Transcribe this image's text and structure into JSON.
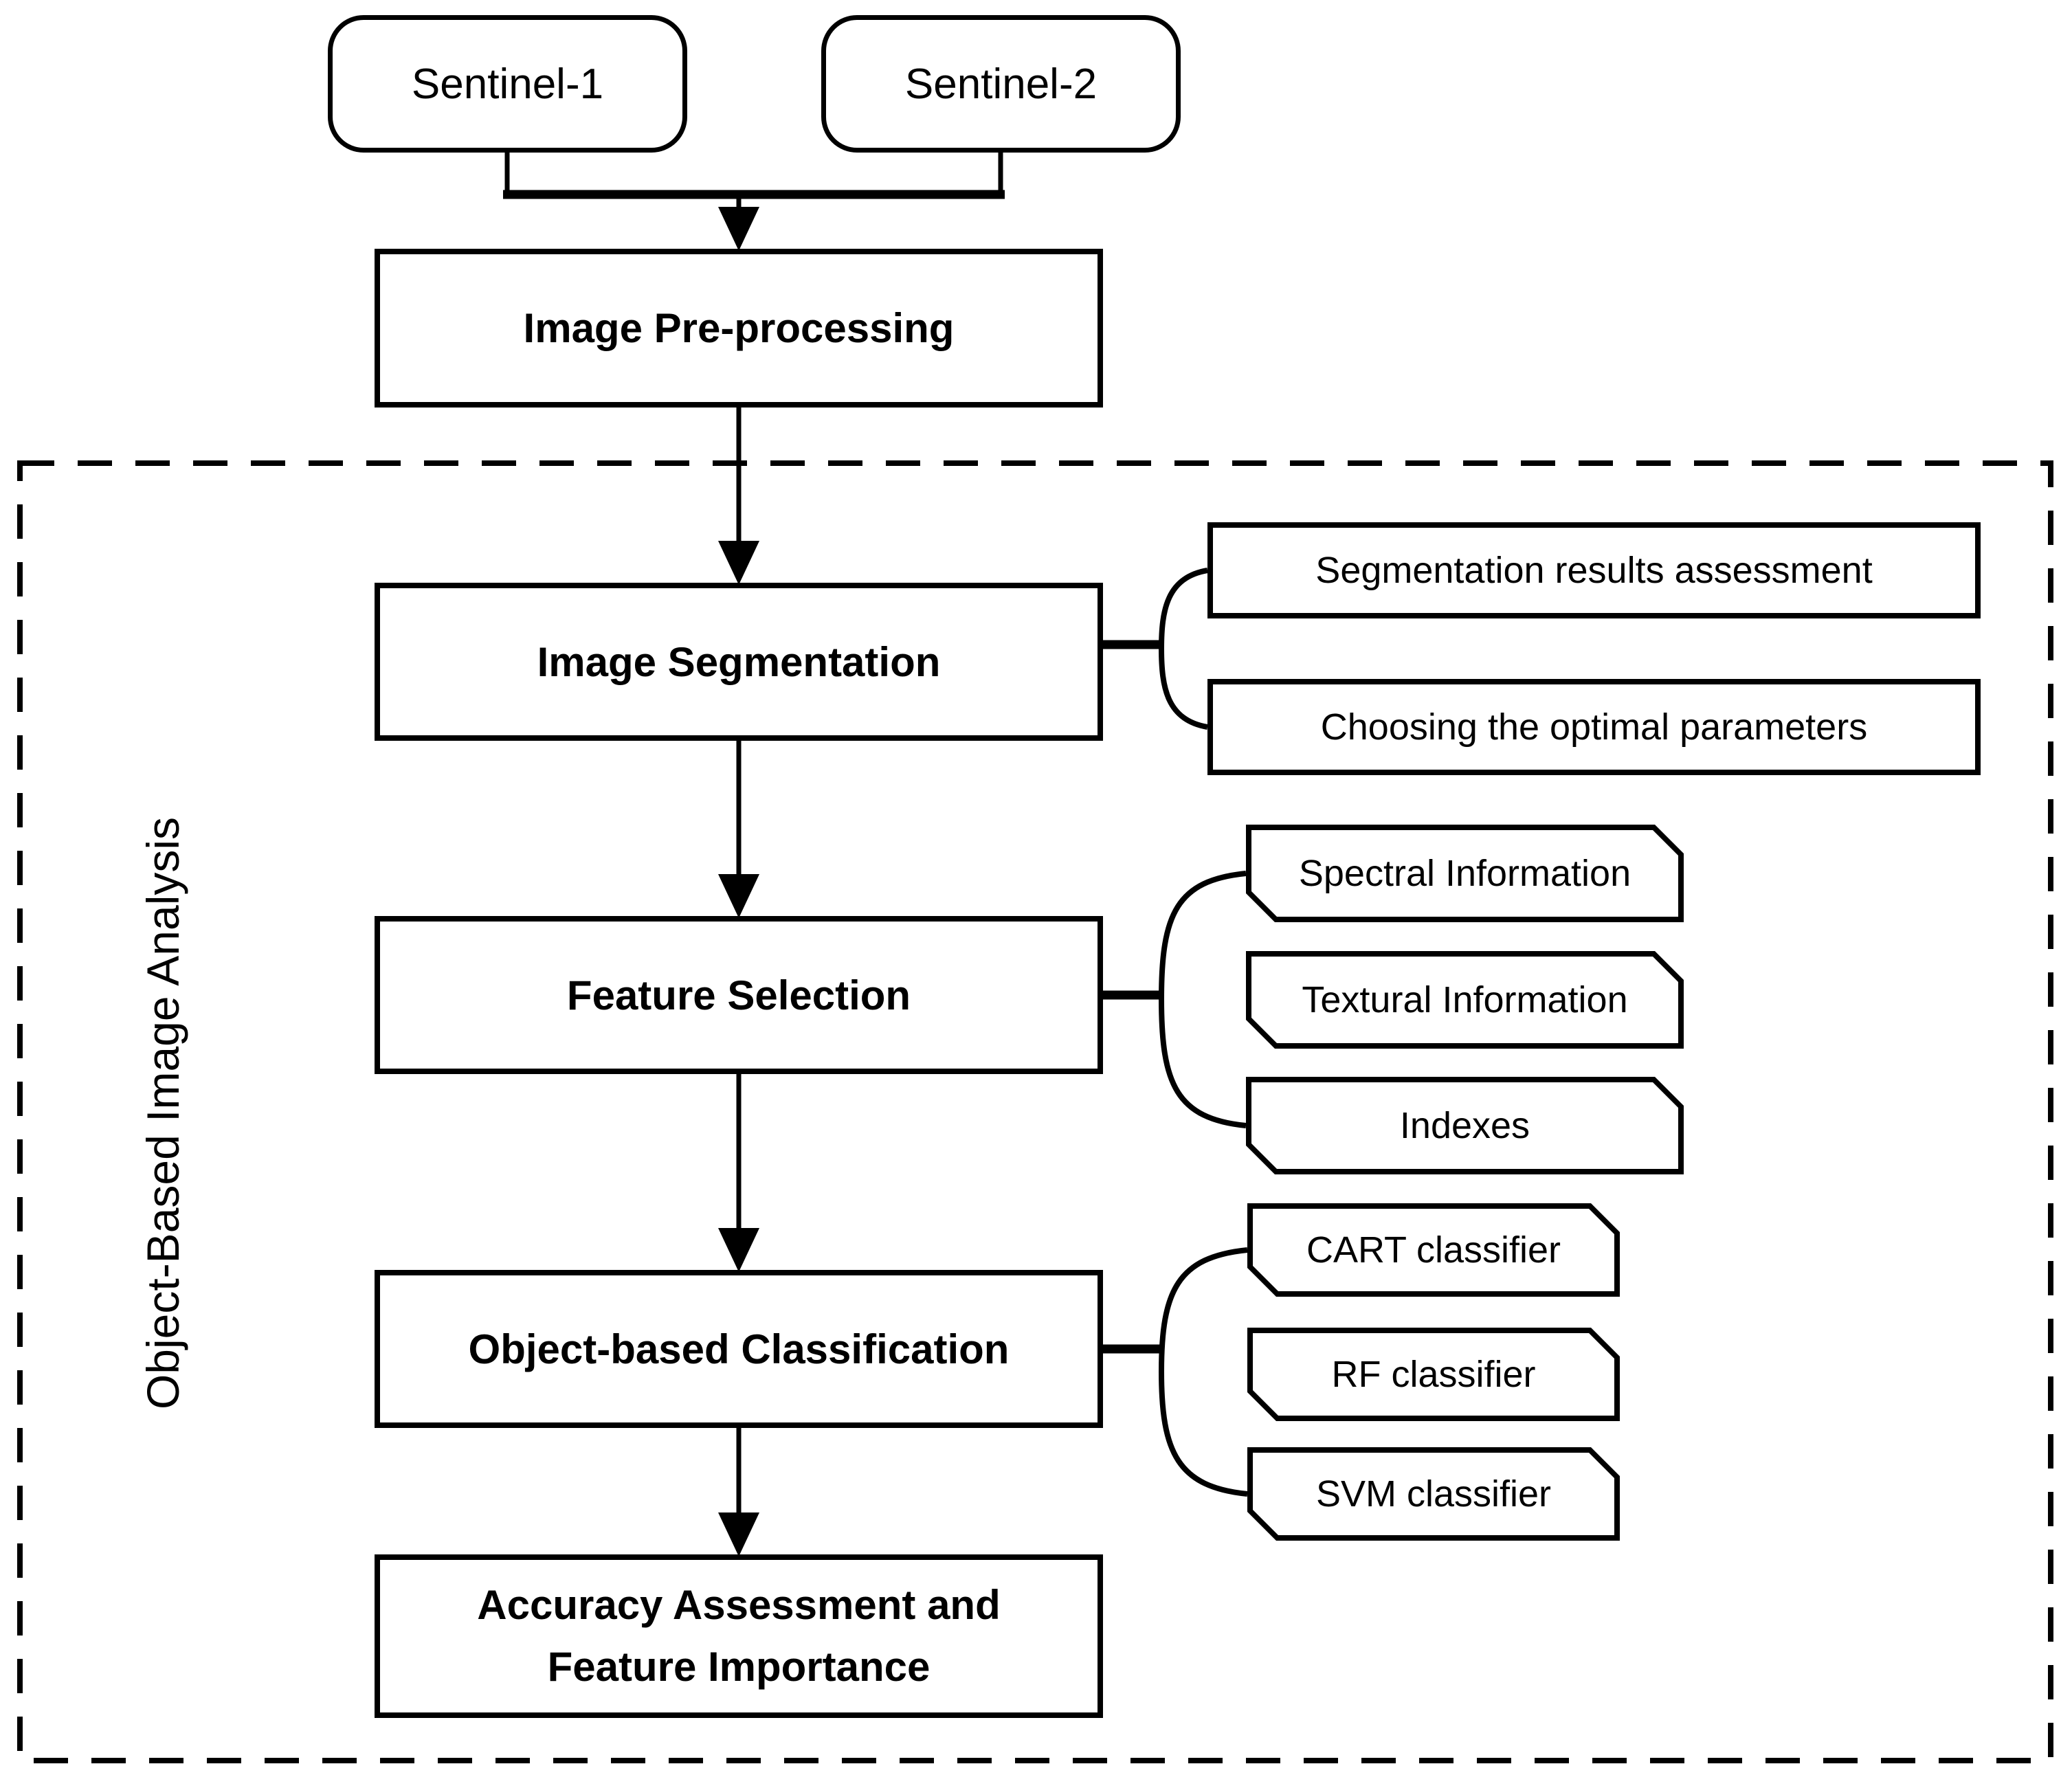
{
  "colors": {
    "ink": "#000000",
    "paper": "#ffffff"
  },
  "nodes": {
    "sentinel1": "Sentinel-1",
    "sentinel2": "Sentinel-2",
    "preprocessing": "Image Pre-processing",
    "segmentation": "Image Segmentation",
    "feature_selection": "Feature Selection",
    "classification": "Object-based Classification",
    "accuracy_line1": "Accuracy Assessment and",
    "accuracy_line2": "Feature Importance"
  },
  "container": {
    "label": "Object-Based Image Analysis"
  },
  "segmentation_branches": [
    "Segmentation results assessment",
    "Choosing the optimal parameters"
  ],
  "feature_branches": [
    "Spectral Information",
    "Textural Information",
    "Indexes"
  ],
  "classifier_branches": [
    "CART classifier",
    "RF classifier",
    "SVM classifier"
  ]
}
